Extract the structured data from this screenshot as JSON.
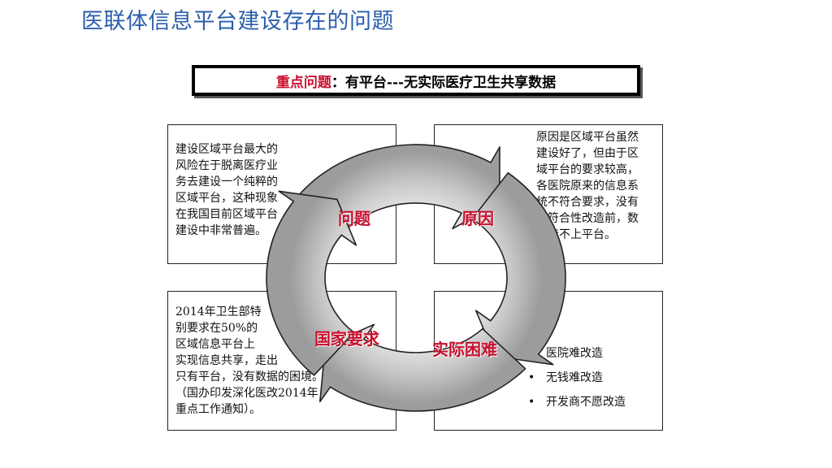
{
  "page_title": "医联体信息平台建设存在的问题",
  "banner": {
    "highlight": "重点问题",
    "separator": "：",
    "text": "有平台---无实际医疗卫生共享数据"
  },
  "cycle": {
    "steps": [
      "问题",
      "原因",
      "实际困难",
      "国家要求"
    ]
  },
  "boxes": {
    "problem": {
      "lines": [
        "建设区域平台最大的",
        "风险在于脱离医疗业",
        "务去建设一个纯粹的",
        "区域平台，这种现象",
        "在我国目前区域平台",
        "建设中非常普遍。"
      ]
    },
    "reason": {
      "lines": [
        "原因是区域平台虽然",
        "建设好了，但由于区",
        "域平台的要求较高，",
        "各医院原来的信息系",
        "统不符合要求，没有",
        "做符合性改造前，数",
        "据传不上平台。"
      ]
    },
    "requirement": {
      "lines": [
        "2014年卫生部特",
        "别要求在50%的",
        "区域信息平台上",
        "实现信息共享，走出",
        "只有平台，没有数据的困境。",
        "（国办印发深化医改2014年",
        "重点工作通知）。"
      ]
    },
    "difficulty": {
      "bullets": [
        "医院难改造",
        "无钱难改造",
        "开发商不愿改造"
      ]
    }
  },
  "colors": {
    "title": "#2b5fab",
    "highlight": "#c8102e",
    "arrow_light": "#f2f2f2",
    "arrow_dark": "#9c9c9c"
  }
}
